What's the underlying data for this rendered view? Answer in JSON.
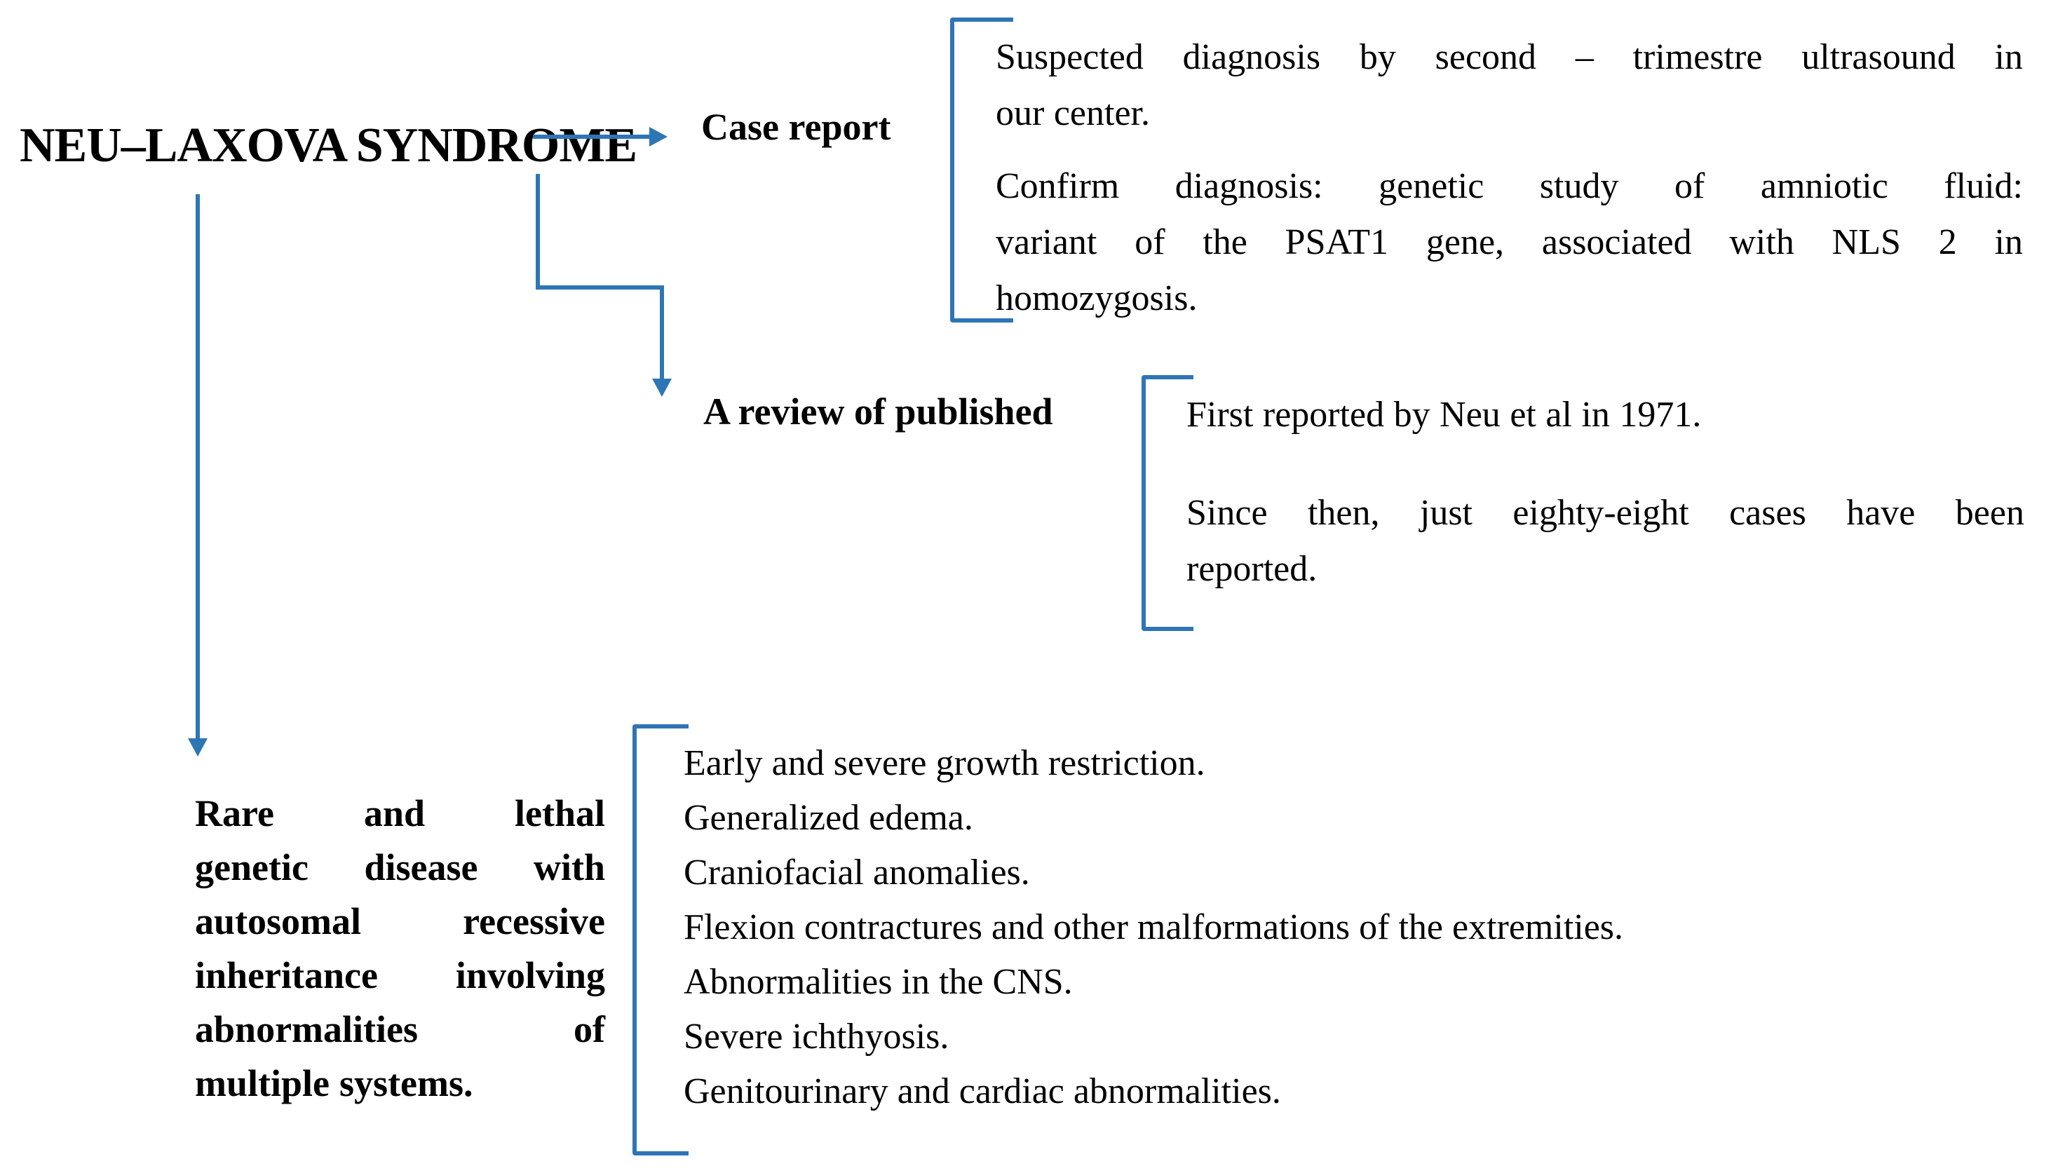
{
  "diagram": {
    "title": "NEU–LAXOVA SYNDROME",
    "case_report": {
      "label": "Case report",
      "paragraphs": [
        {
          "lines": [
            "Suspected diagnosis by second – trimestre ultrasound in",
            "our center."
          ]
        },
        {
          "lines": [
            "Confirm diagnosis: genetic study of amniotic fluid:",
            "variant of the PSAT1 gene, associated with NLS 2 in",
            "homozygosis."
          ]
        }
      ]
    },
    "review": {
      "label": "A review of published",
      "paragraphs": [
        {
          "lines": [
            "First reported by Neu et al in 1971."
          ]
        },
        {
          "lines": [
            "Since then, just eighty-eight cases have been",
            "reported."
          ]
        }
      ]
    },
    "description": {
      "lines": [
        "Rare and lethal",
        "genetic disease with",
        "autosomal recessive",
        "inheritance involving",
        "abnormalities",
        "multiple systems."
      ],
      "justified_pairs_note": "abnormalities of"
    },
    "description_full": "Rare and lethal genetic disease with autosomal recessive inheritance involving abnormalities of multiple systems.",
    "features": {
      "items": [
        "Early and severe growth restriction.",
        "Generalized edema.",
        "Craniofacial anomalies.",
        "Flexion contractures and other malformations of the extremities.",
        "Abnormalities in the CNS.",
        "Severe ichthyosis.",
        "Genitourinary and cardiac abnormalities."
      ]
    },
    "colors": {
      "line_blue": "#2E75B6",
      "text": "#000000",
      "background": "#FFFFFF"
    }
  }
}
